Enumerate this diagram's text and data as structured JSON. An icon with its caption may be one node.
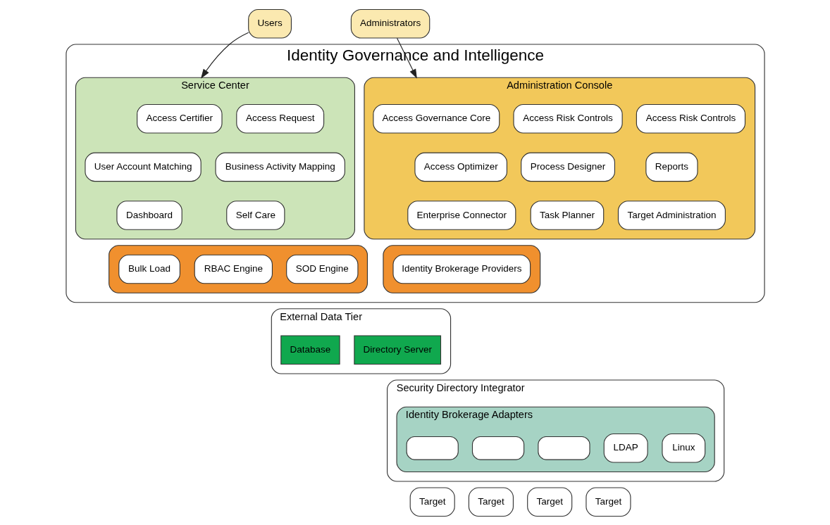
{
  "diagram": {
    "nodes": [
      {
        "text": [
          "Users"
        ]
      },
      {
        "text": [
          "Administrators"
        ]
      },
      {
        "text": [
          "Identity Governance and Intelligence"
        ]
      },
      {
        "text": [
          "Service Center"
        ],
        "in": 2
      },
      {
        "text": [
          "Access Certifier"
        ],
        "in": 3
      },
      {
        "text": [
          "Access Request"
        ],
        "in": 3
      },
      {
        "text": [
          "User Account Matching"
        ],
        "in": 3
      },
      {
        "text": [
          "Business Activity Mapping"
        ],
        "in": 3
      },
      {
        "text": [
          "Dashboard"
        ],
        "in": 3
      },
      {
        "text": [
          "Self Care"
        ],
        "in": 3
      },
      {
        "text": [
          "Administration Console"
        ],
        "in": 2
      },
      {
        "text": [
          "Access Governance Core"
        ],
        "in": 10
      },
      {
        "text": [
          "Access Risk Controls"
        ],
        "in": 10
      },
      {
        "text": [
          "Access Risk Controls"
        ],
        "in": 10
      },
      {
        "text": [
          "Access Optimizer"
        ],
        "in": 10
      },
      {
        "text": [
          "Process Designer"
        ],
        "in": 10
      },
      {
        "text": [
          "Reports"
        ],
        "in": 10
      },
      {
        "text": [
          "Enterprise Connector"
        ],
        "in": 10
      },
      {
        "text": [
          "Task Planner"
        ],
        "in": 10
      },
      {
        "text": [
          "Target Administration"
        ],
        "in": 10
      },
      {
        "text": [],
        "shape": "box",
        "in": 2
      },
      {
        "text": [
          "Bulk Load"
        ],
        "in": 20
      },
      {
        "text": [
          "RBAC Engine"
        ],
        "in": 20
      },
      {
        "text": [
          "SOD Engine"
        ],
        "in": 20
      },
      {
        "text": [],
        "shape": "box",
        "in": 2
      },
      {
        "text": [
          "Identity Brokerage Providers"
        ],
        "in": 24
      },
      {
        "text": [
          "External Data Tier"
        ]
      },
      {
        "text": [
          "Database"
        ],
        "in": 26
      },
      {
        "text": [
          "Directory Server"
        ],
        "in": 26
      },
      {
        "text": [
          "Security Directory Integrator"
        ]
      },
      {
        "text": [
          "Identity Brokerage Adapters"
        ],
        "in": 29
      },
      {
        "text": [],
        "shape": "box",
        "in": 30
      },
      {
        "text": [],
        "shape": "box",
        "in": 30
      },
      {
        "text": [],
        "shape": "box",
        "in": 30
      },
      {
        "text": [
          "LDAP"
        ],
        "in": 30
      },
      {
        "text": [
          "Linux"
        ],
        "in": 30
      },
      {
        "text": [
          "Target"
        ]
      },
      {
        "text": [
          "Target"
        ]
      },
      {
        "text": [
          "Target"
        ]
      },
      {
        "text": [
          "Target"
        ]
      }
    ],
    "edges": [
      {
        "from": 0,
        "to": 3,
        "arrow": "to"
      },
      {
        "from": 1,
        "to": 10,
        "arrow": "to"
      }
    ]
  }
}
